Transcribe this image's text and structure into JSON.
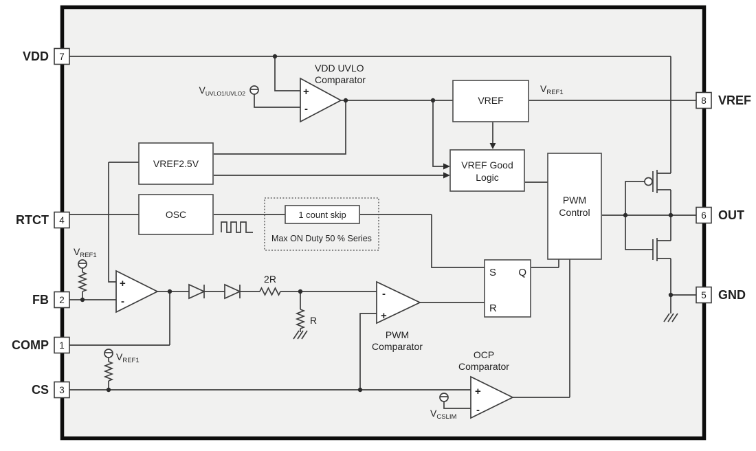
{
  "colors": {
    "canvas": "#ffffff",
    "ic_fill": "#f1f1f0",
    "line": "#3d3d3d",
    "block_fill": "#ffffff",
    "text": "#1f1f1f"
  },
  "pins": {
    "vdd": {
      "number": "7",
      "label": "VDD"
    },
    "rtct": {
      "number": "4",
      "label": "RTCT"
    },
    "fb": {
      "number": "2",
      "label": "FB"
    },
    "comp": {
      "number": "1",
      "label": "COMP"
    },
    "cs": {
      "number": "3",
      "label": "CS"
    },
    "vref": {
      "number": "8",
      "label": "VREF"
    },
    "out": {
      "number": "6",
      "label": "OUT"
    },
    "gnd": {
      "number": "5",
      "label": "GND"
    }
  },
  "blocks": {
    "vref25": "VREF2.5V",
    "osc": "OSC",
    "vref": "VREF",
    "vref_good_1": "VREF Good",
    "vref_good_2": "Logic",
    "pwm_ctrl_1": "PWM",
    "pwm_ctrl_2": "Control",
    "count_skip": "1 count skip",
    "max_duty": "Max ON Duty 50 % Series"
  },
  "latch": {
    "s": "S",
    "q": "Q",
    "r": "R"
  },
  "comparators": {
    "uvlo_1": "VDD UVLO",
    "uvlo_2": "Comparator",
    "pwm_1": "PWM",
    "pwm_2": "Comparator",
    "ocp_1": "OCP",
    "ocp_2": "Comparator",
    "plus": "+",
    "minus": "-"
  },
  "signals": {
    "v": "V",
    "uvlo_sub": "UVLO1/UVLO2",
    "ref1_sub": "REF1",
    "cslim_sub": "CSLIM"
  },
  "resistors": {
    "two_r": "2R",
    "r": "R"
  }
}
